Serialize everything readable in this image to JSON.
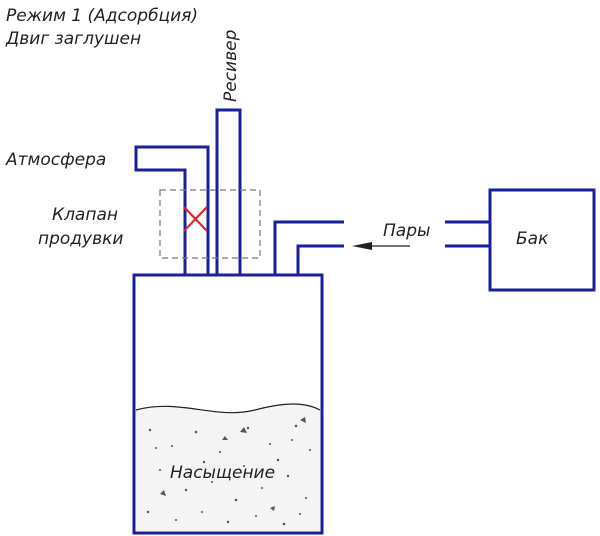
{
  "title": {
    "line1": "Режим 1 (Адсорбция)",
    "line2": "Двиг заглушен"
  },
  "labels": {
    "receiver": "Ресивер",
    "atmosphere": "Атмосфера",
    "valve_line1": "Клапан",
    "valve_line2": "продувки",
    "vapors": "Пары",
    "tank": "Бак",
    "saturation": "Насыщение"
  },
  "colors": {
    "pipe": "#1a1f9c",
    "valve_cross": "#e02020",
    "text": "#222222"
  },
  "icons": {
    "valve": "closed-valve-cross-icon",
    "flow": "arrow-left-icon"
  }
}
